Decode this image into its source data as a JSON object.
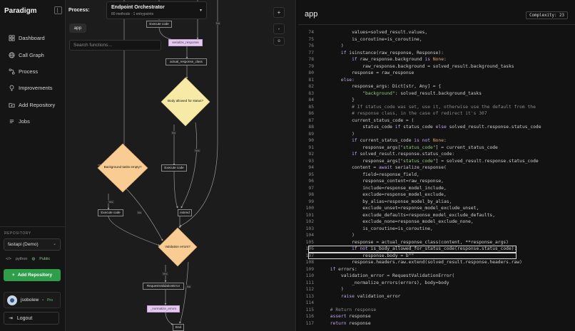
{
  "app": {
    "name": "Paradigm"
  },
  "nav": [
    {
      "label": "Dashboard",
      "icon": "grid-icon"
    },
    {
      "label": "Call Graph",
      "icon": "globe-icon"
    },
    {
      "label": "Process",
      "icon": "process-icon"
    },
    {
      "label": "Improvements",
      "icon": "lightbulb-icon"
    },
    {
      "label": "Add Repository",
      "icon": "folder-plus-icon"
    },
    {
      "label": "Jobs",
      "icon": "jobs-icon"
    }
  ],
  "repository": {
    "caption": "REPOSITORY",
    "selected": "fastapi (Demo)",
    "language": "python",
    "visibility": "Public",
    "add_label": "Add Repository"
  },
  "user": {
    "name": "jsobolew",
    "plan": "Pro",
    "logout_label": "Logout"
  },
  "graph": {
    "process_label": "Process:",
    "process_name": "Endpoint Orchestrator",
    "process_sub": "80 methods · 1 entrypoints",
    "chip": "app",
    "search_placeholder": "Search functions...",
    "zoom_in": "+",
    "zoom_out": "-",
    "fit": "o",
    "nodes": {
      "execute_code_top": "Execute code",
      "serialize_response": "serialize_response",
      "actual_response_class": "actual_response_class",
      "body_allowed": "Body allowed for status?",
      "background_empty": "Background tasks empty?",
      "execute_code_mid": "Execute code",
      "execute_code_left": "Execute code",
      "extend": "extend",
      "validation_errors": "Validation errors?",
      "request_validation_error": "RequestValidationError",
      "normalize_errors": "_normalize_errors",
      "end": "End"
    },
    "edge_labels": {
      "no": "No",
      "yes": "Yes"
    }
  },
  "code": {
    "title": "app",
    "complexity": "Complexity: 23",
    "highlight_lines": [
      106,
      107
    ],
    "lines": [
      {
        "n": "74",
        "html": "            values=solved_result.values,"
      },
      {
        "n": "75",
        "html": "            is_coroutine=is_coroutine,"
      },
      {
        "n": "76",
        "html": "        )"
      },
      {
        "n": "77",
        "html": "        <span class=\"kw\">if</span> isinstance(raw_response, Response):"
      },
      {
        "n": "78",
        "html": "            <span class=\"kw\">if</span> raw_response.background <span class=\"kw\">is</span> <span class=\"con\">None</span>:"
      },
      {
        "n": "79",
        "html": "                raw_response.background = solved_result.background_tasks"
      },
      {
        "n": "80",
        "html": "            response = raw_response"
      },
      {
        "n": "81",
        "html": "        <span class=\"kw\">else</span>:"
      },
      {
        "n": "82",
        "html": "            response_args: Dict[str, Any] = {"
      },
      {
        "n": "83",
        "html": "                <span class=\"str\">\"background\"</span>: solved_result.background_tasks"
      },
      {
        "n": "84",
        "html": "            }"
      },
      {
        "n": "85",
        "html": "            <span class=\"cmt\"># If status_code was set, use it, otherwise use the default from the</span>"
      },
      {
        "n": "86",
        "html": "            <span class=\"cmt\"># response class, in the case of redirect it's 307</span>"
      },
      {
        "n": "87",
        "html": "            current_status_code = ("
      },
      {
        "n": "88",
        "html": "                status_code <span class=\"kw\">if</span> status_code <span class=\"kw\">else</span> solved_result.response.status_code"
      },
      {
        "n": "89",
        "html": "            )"
      },
      {
        "n": "90",
        "html": "            <span class=\"kw\">if</span> current_status_code <span class=\"kw\">is not</span> <span class=\"con\">None</span>:"
      },
      {
        "n": "91",
        "html": "                response_args[<span class=\"str\">\"status_code\"</span>] = current_status_code"
      },
      {
        "n": "92",
        "html": "            <span class=\"kw\">if</span> solved_result.response.status_code:"
      },
      {
        "n": "93",
        "html": "                response_args[<span class=\"str\">\"status_code\"</span>] = solved_result.response.status_code"
      },
      {
        "n": "94",
        "html": "            content = <span class=\"kw\">await</span> serialize_response("
      },
      {
        "n": "95",
        "html": "                field=response_field,"
      },
      {
        "n": "96",
        "html": "                response_content=raw_response,"
      },
      {
        "n": "97",
        "html": "                include=response_model_include,"
      },
      {
        "n": "98",
        "html": "                exclude=response_model_exclude,"
      },
      {
        "n": "99",
        "html": "                by_alias=response_model_by_alias,"
      },
      {
        "n": "100",
        "html": "                exclude_unset=response_model_exclude_unset,"
      },
      {
        "n": "101",
        "html": "                exclude_defaults=response_model_exclude_defaults,"
      },
      {
        "n": "102",
        "html": "                exclude_none=response_model_exclude_none,"
      },
      {
        "n": "103",
        "html": "                is_coroutine=is_coroutine,"
      },
      {
        "n": "104",
        "html": "            )"
      },
      {
        "n": "105",
        "html": "            response = actual_response_class(content, **response_args)"
      },
      {
        "n": "106",
        "html": "            <span class=\"kw\">if not</span> is_body_allowed_for_status_code(response.status_code):"
      },
      {
        "n": "107",
        "html": "                response.body = b\"\""
      },
      {
        "n": "108",
        "html": "            response.headers.raw.extend(solved_result.response.headers.raw)"
      },
      {
        "n": "109",
        "html": "    <span class=\"kw\">if</span> errors:"
      },
      {
        "n": "110",
        "html": "        validation_error = RequestValidationError("
      },
      {
        "n": "111",
        "html": "            _normalize_errors(errors), body=body"
      },
      {
        "n": "112",
        "html": "        )"
      },
      {
        "n": "113",
        "html": "        <span class=\"kw\">raise</span> validation_error"
      },
      {
        "n": "114",
        "html": ""
      },
      {
        "n": "115",
        "html": "    <span class=\"cmt\"># Return response</span>"
      },
      {
        "n": "116",
        "html": "    <span class=\"kw\">assert</span> response"
      },
      {
        "n": "117",
        "html": "    <span class=\"kw\">return</span> response"
      }
    ]
  }
}
